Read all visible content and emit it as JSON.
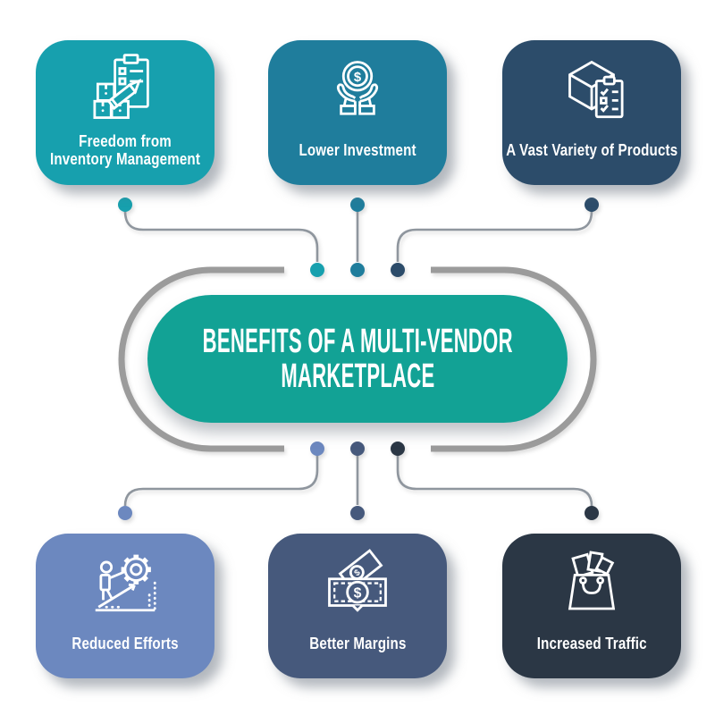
{
  "title": {
    "line1": "BENEFITS OF A MULTI-VENDOR",
    "line2": "MARKETPLACE"
  },
  "colors": {
    "stadium": "#12A295",
    "ring": "#9B9B9B",
    "line": "#8F969E",
    "background": "#FFFFFF",
    "text": "#FFFFFF"
  },
  "cards": [
    {
      "label": "Freedom from\nInventory Management",
      "color": "#17A0AE",
      "icon": "inventory-management-icon"
    },
    {
      "label": "Lower Investment",
      "color": "#1F7D9C",
      "icon": "lower-investment-icon"
    },
    {
      "label": "A Vast Variety of Products",
      "color": "#2C4C6A",
      "icon": "product-variety-icon"
    },
    {
      "label": "Reduced Efforts",
      "color": "#6C88BF",
      "icon": "reduced-efforts-icon"
    },
    {
      "label": "Better Margins",
      "color": "#46597C",
      "icon": "better-margins-icon"
    },
    {
      "label": "Increased Traffic",
      "color": "#2B3745",
      "icon": "increased-traffic-icon"
    }
  ]
}
